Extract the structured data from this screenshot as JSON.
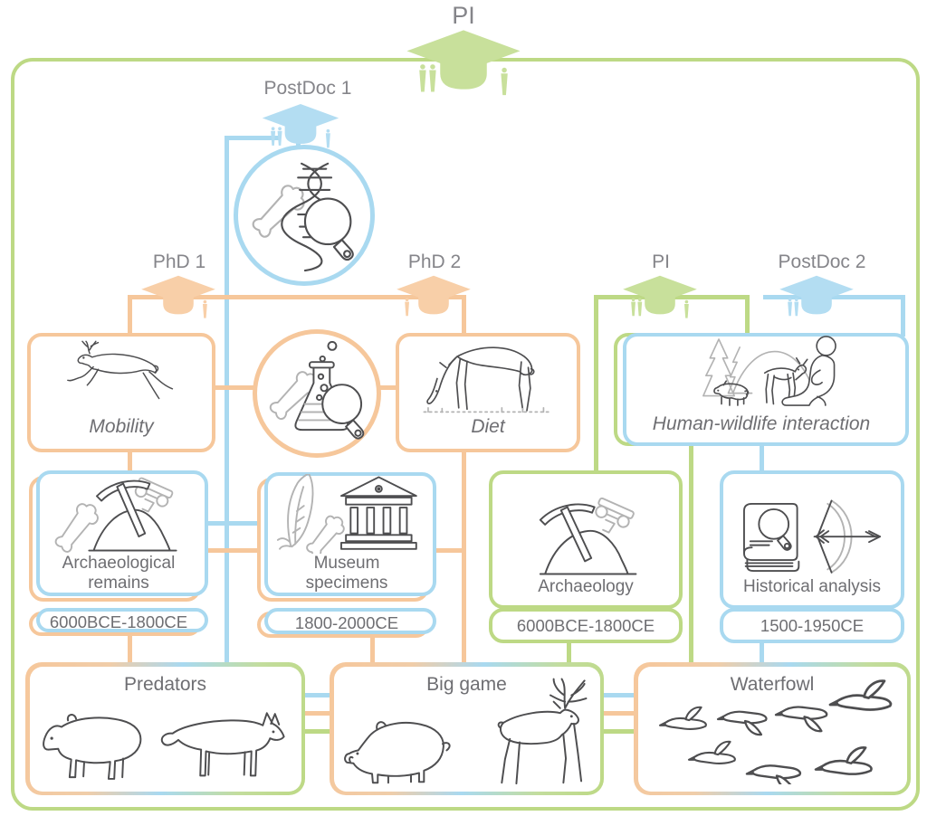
{
  "figure": {
    "type": "research-project-structure-diagram"
  },
  "people": {
    "pi_top": "PI",
    "postdoc1": "PostDoc 1",
    "phd1": "PhD 1",
    "phd2": "PhD 2",
    "pi_right": "PI",
    "postdoc2": "PostDoc 2"
  },
  "themes": {
    "mobility": "Mobility",
    "diet": "Diet",
    "human_wildlife": "Human-wildlife interaction"
  },
  "data_sources": {
    "archaeological_remains": {
      "label": "Archaeological remains",
      "period": "6000BCE-1800CE"
    },
    "museum_specimens": {
      "label": "Museum specimens",
      "period": "1800-2000CE"
    },
    "archaeology": {
      "label": "Archaeology",
      "period": "6000BCE-1800CE"
    },
    "historical_analysis": {
      "label": "Historical analysis",
      "period": "1500-1950CE"
    }
  },
  "prey_groups": {
    "predators": "Predators",
    "big_game": "Big game",
    "waterfowl": "Waterfowl"
  },
  "colors": {
    "pi_green": "#bdd985",
    "postdoc_blue": "#a9d9f0",
    "phd_orange": "#f6c79b",
    "label_gray": "#6e6e72"
  },
  "icons": {
    "pi_top": "graduation-cap-green",
    "postdoc1": "graduation-cap-blue",
    "phd1": "graduation-cap-orange",
    "phd2": "graduation-cap-orange",
    "pi_right": "graduation-cap-green",
    "postdoc2": "graduation-cap-blue",
    "postdoc1_method": "bone-dna-magnifier",
    "phd_method": "bone-flask-magnifier",
    "mobility": "leaping-deer",
    "diet": "grazing-deer",
    "human_wildlife": "kneeling-person-deer-boar-trees",
    "archaeological_remains": "bone-pickaxe-excavation-mound",
    "museum_specimens": "feather-bone-museum-building",
    "archaeology": "pickaxe-excavation-mound",
    "historical_analysis": "book-magnifier-bow-arrow",
    "predators": "bear-and-wolf",
    "big_game": "boar-and-red-deer",
    "waterfowl": "flying-geese-flock"
  }
}
